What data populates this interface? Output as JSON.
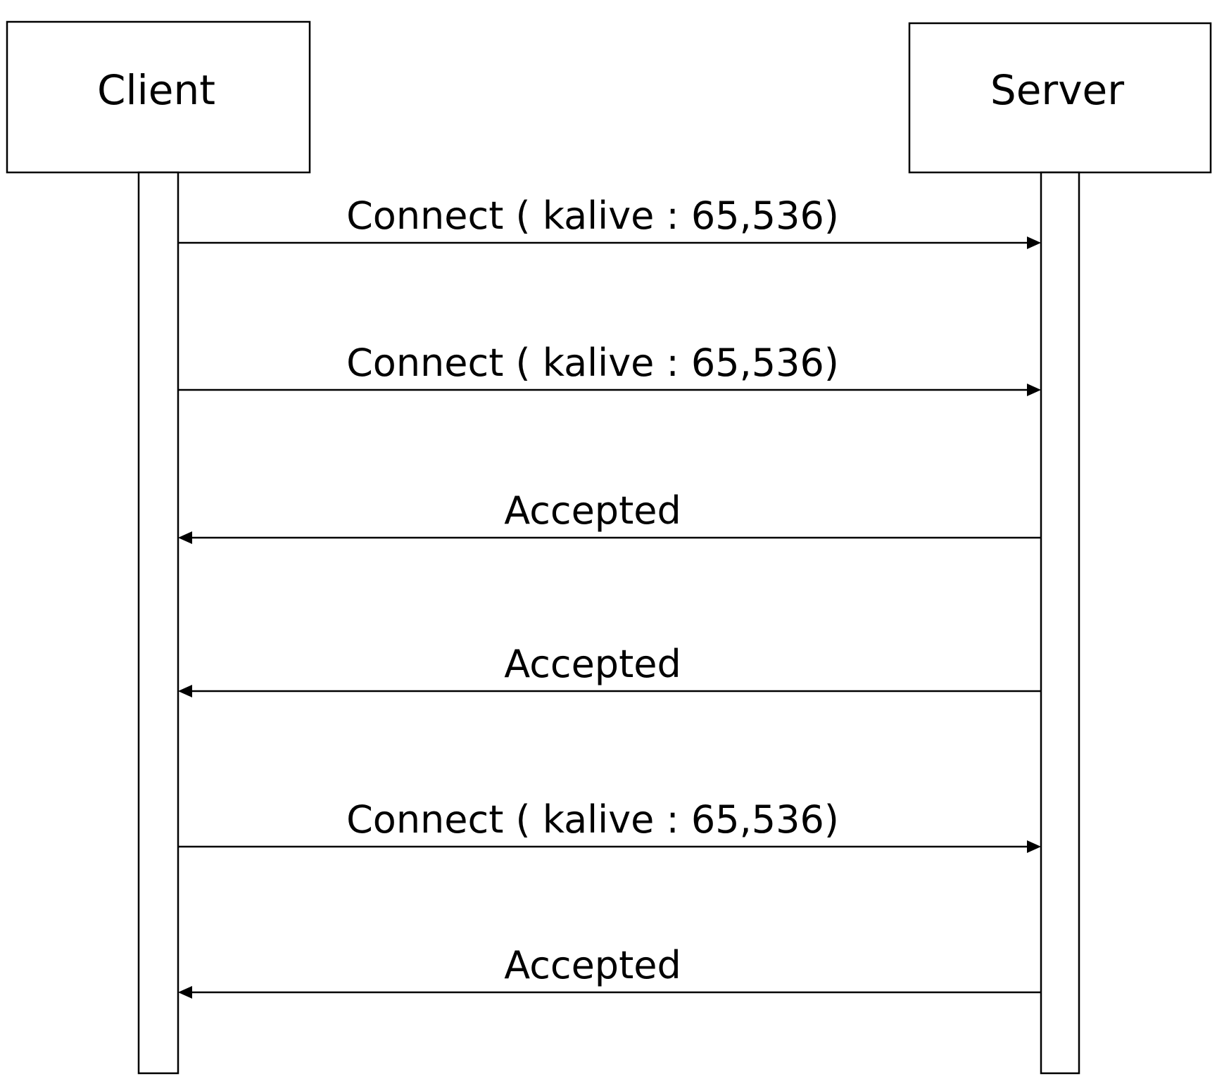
{
  "participants": {
    "client": {
      "label": "Client"
    },
    "server": {
      "label": "Server"
    }
  },
  "messages": [
    {
      "label": "Connect ( kalive : 65,536)",
      "from": "client",
      "to": "server"
    },
    {
      "label": "Connect ( kalive : 65,536)",
      "from": "client",
      "to": "server"
    },
    {
      "label": "Accepted",
      "from": "server",
      "to": "client"
    },
    {
      "label": "Accepted",
      "from": "server",
      "to": "client"
    },
    {
      "label": "Connect ( kalive : 65,536)",
      "from": "client",
      "to": "server"
    },
    {
      "label": "Accepted",
      "from": "server",
      "to": "client"
    }
  ]
}
